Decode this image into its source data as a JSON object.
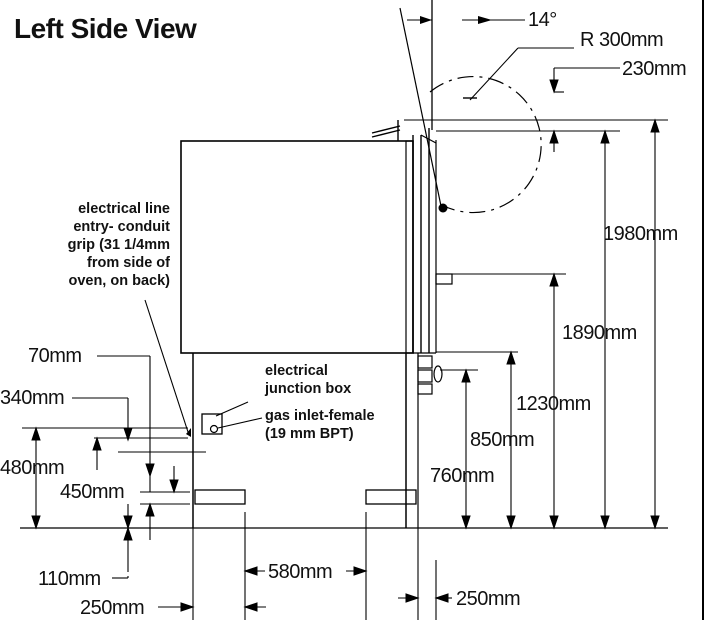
{
  "title": "Left Side View",
  "dimensions": {
    "angle": "14°",
    "radius": "R  300mm",
    "d230": "230mm",
    "d1980": "1980mm",
    "d1890": "1890mm",
    "d1230": "1230mm",
    "d850": "850mm",
    "d760": "760mm",
    "d70": "70mm",
    "d340": "340mm",
    "d480": "480mm",
    "d450": "450mm",
    "d110": "110mm",
    "d580": "580mm",
    "d250_left": "250mm",
    "d250_right": "250mm"
  },
  "callouts": {
    "conduit": [
      "electrical line",
      "entry- conduit",
      "grip (31 1/4mm",
      "from side of",
      "oven, on back)"
    ],
    "junction": [
      "electrical",
      "junction box"
    ],
    "gas": [
      "gas inlet-female",
      "(19 mm BPT)"
    ]
  }
}
